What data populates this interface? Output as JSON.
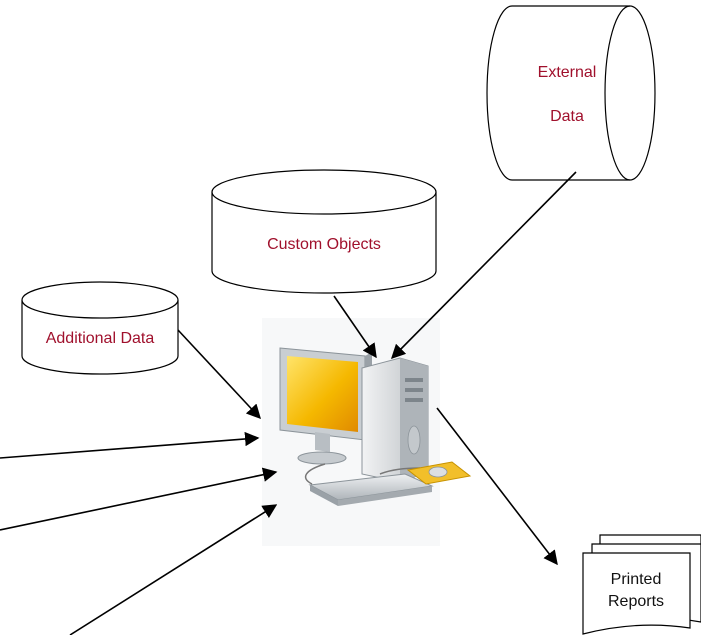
{
  "diagram": {
    "external_data": {
      "line1": "External",
      "line2": "Data"
    },
    "custom_objects": {
      "label": "Custom Objects"
    },
    "additional_data": {
      "label": "Additional Data"
    },
    "printed_reports": {
      "line1": "Printed",
      "line2": "Reports"
    },
    "computer": {
      "icon": "computer-icon"
    }
  },
  "colors": {
    "label_red": "#a0102c",
    "arrow": "#000000",
    "monitor_screen": "#f5b800",
    "tower": "#d9dcde"
  }
}
